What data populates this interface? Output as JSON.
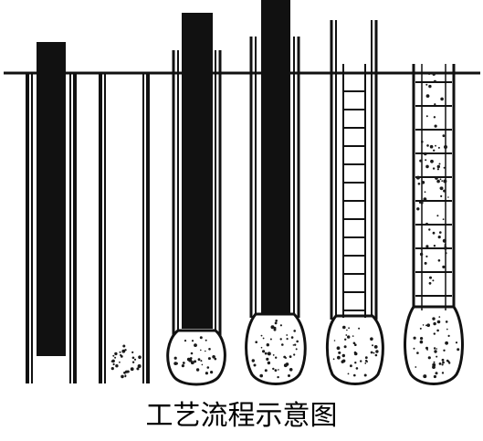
{
  "caption": "工艺流程示意图",
  "colors": {
    "ink": "#111111",
    "background": "#ffffff",
    "gravel_dot": "#1a1a1a"
  },
  "stages": [
    {
      "name": "stage-1-casing-driven",
      "contents": [
        "casing"
      ]
    },
    {
      "name": "stage-2-concrete-poured",
      "contents": [
        "concrete-plug"
      ]
    },
    {
      "name": "stage-3-casing-lifted",
      "contents": [
        "casing",
        "concrete-bulb"
      ]
    },
    {
      "name": "stage-4-casing-re-driven",
      "contents": [
        "casing",
        "concrete-bulb"
      ]
    },
    {
      "name": "stage-5-reinforcement-cage-placed",
      "contents": [
        "rebar-cage",
        "concrete-bulb"
      ]
    },
    {
      "name": "stage-6-pile-completed",
      "contents": [
        "concrete-filled-pile",
        "concrete-bulb"
      ]
    }
  ]
}
